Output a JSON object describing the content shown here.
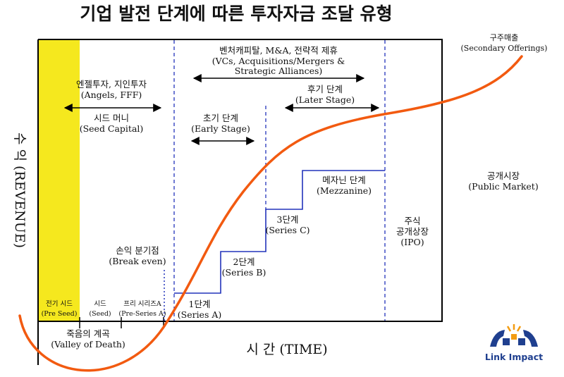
{
  "title": "기업 발전 단계에 따른 투자자금 조달 유형",
  "axes": {
    "y_label": "수 익 (REVENUE)",
    "x_label": "시 간 (TIME)"
  },
  "zones": {
    "pre_seed": {
      "label": "전기 시드",
      "sub": "(Pre Seed)"
    },
    "seed": {
      "label": "시드",
      "sub": "(Seed)"
    },
    "pre_series_a": {
      "label": "프리 시리즈A",
      "sub": "(Pre-Series A)"
    }
  },
  "labels": {
    "angels": {
      "line1": "엔젤투자, 지인투자",
      "line2": "(Angels, FFF)"
    },
    "seed_capital": {
      "line1": "시드 머니",
      "line2": "(Seed Capital)"
    },
    "vcs": {
      "line1": "벤처캐피탈, M&A, 전략적 제휴",
      "line2": "(VCs, Acquisitions/Mergers &",
      "line3": "Strategic Alliances)"
    },
    "early_stage": {
      "line1": "초기 단계",
      "line2": "(Early Stage)"
    },
    "later_stage": {
      "line1": "후기 단계",
      "line2": "(Later Stage)"
    },
    "mezzanine": {
      "line1": "메자닌 단계",
      "line2": "(Mezzanine)"
    },
    "series_c": {
      "line1": "3단계",
      "line2": "(Series C)"
    },
    "series_b": {
      "line1": "2단계",
      "line2": "(Series B)"
    },
    "series_a": {
      "line1": "1단계",
      "line2": "(Series A)"
    },
    "break_even": {
      "line1": "손익 분기점",
      "line2": "(Break even)"
    },
    "valley": {
      "line1": "죽음의 계곡",
      "line2": "(Valley of Death)"
    },
    "ipo": {
      "line1": "주식",
      "line2": "공개상장",
      "line3": "(IPO)"
    },
    "public_market": {
      "line1": "공개시장",
      "line2": "(Public Market)"
    },
    "secondary": {
      "line1": "구주매출",
      "line2": "(Secondary Offerings)"
    }
  },
  "logo": {
    "text": "Link Impact"
  },
  "colors": {
    "curve": "#f25a10",
    "pre_seed_fill": "#f5e81e",
    "stage_lines": "#2233bb",
    "frame": "#000000",
    "logo_blue": "#1f3f8f",
    "logo_orange": "#f39c12"
  }
}
